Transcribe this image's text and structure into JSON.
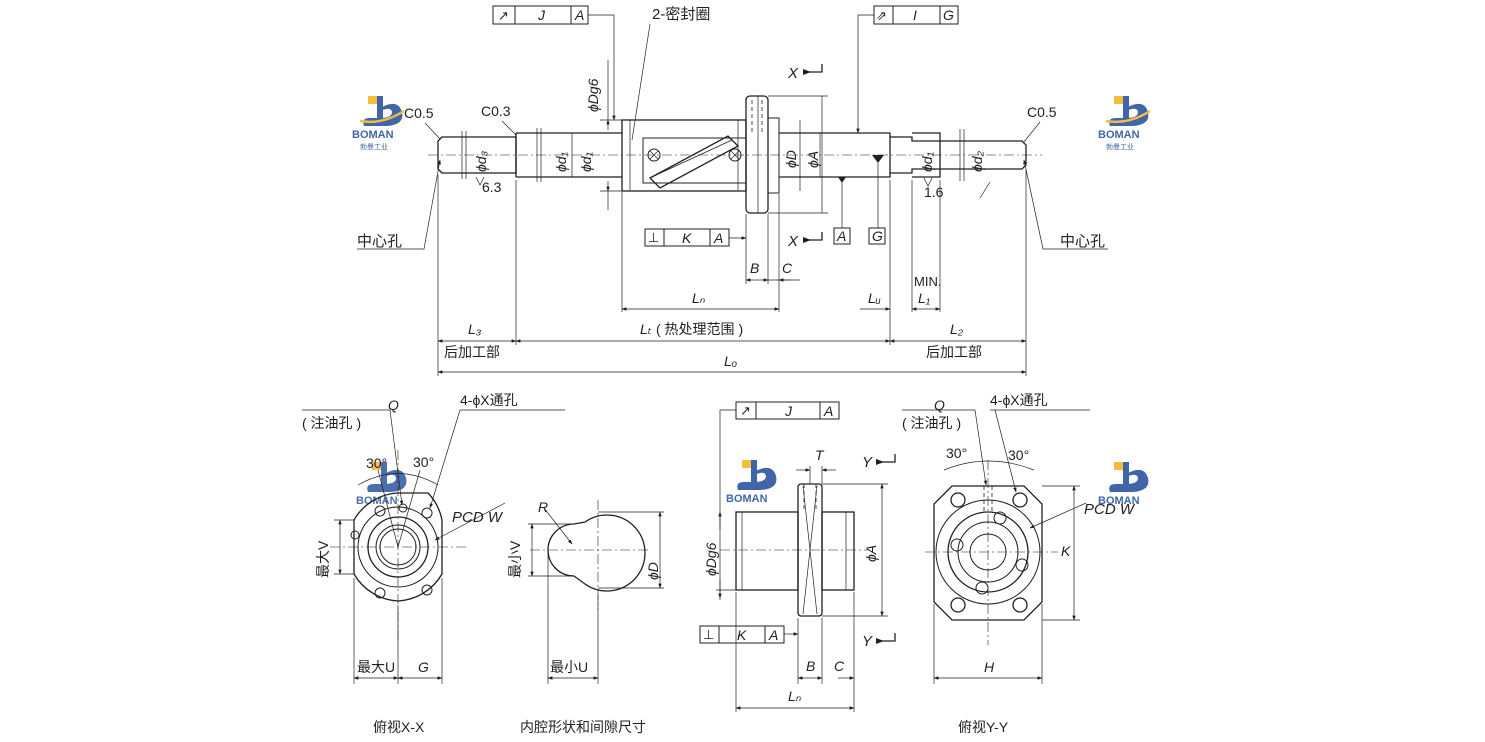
{
  "drawing": {
    "tolerance_frames": {
      "runout_J_A": {
        "symbol": "↗",
        "value": "J",
        "datum": "A"
      },
      "runout_I_G": {
        "symbol": "⇗",
        "value": "I",
        "datum": "G"
      },
      "perp_K_A": {
        "symbol": "⊥",
        "value": "K",
        "datum": "A"
      },
      "runout_J_A_2": {
        "symbol": "↗",
        "value": "J",
        "datum": "A"
      },
      "perp_K_A_2": {
        "symbol": "⊥",
        "value": "K",
        "datum": "A"
      }
    },
    "front_view": {
      "seal_label": "2-密封圈",
      "dg6": "ϕDg6",
      "c05_left": "C0.5",
      "c03": "C0.3",
      "c05_right": "C0.5",
      "d3": "ϕd₃",
      "d1a": "ϕd₁",
      "d1b": "ϕd₁",
      "d1c": "ϕd₁",
      "d2": "ϕd₂",
      "D": "ϕD",
      "A": "ϕA",
      "rough_63": "6.3",
      "rough_16": "1.6",
      "center_hole_left": "中心孔",
      "center_hole_right": "中心孔",
      "datum_A": "A",
      "datum_G": "G",
      "section_X_top": "X",
      "section_X_bottom": "X",
      "B": "B",
      "C": "C",
      "Ln": "Lₙ",
      "Lu": "Lᵤ",
      "MIN": "MIN.",
      "L1": "L₁",
      "L3": "L₃",
      "Lt": "Lₜ",
      "Lt_note": "( 热处理范围 )",
      "L2": "L₂",
      "post_left": "后加工部",
      "post_right": "后加工部",
      "Lo": "Lₒ"
    },
    "view_xx": {
      "Q": "Q",
      "oil_hole": "( 注油孔 )",
      "holes": "4-ϕX通孔",
      "angle1": "30°",
      "angle2": "30°",
      "pcd": "PCD  W",
      "max_v": "最大V",
      "max_u": "最大U",
      "G": "G",
      "caption": "俯视X-X"
    },
    "cavity": {
      "R": "R",
      "min_v": "最小V",
      "phi_d": "ϕD",
      "min_u": "最小U",
      "caption": "内腔形状和间隙尺寸"
    },
    "nut_side": {
      "T": "T",
      "Y_top": "Y",
      "Y_bottom": "Y",
      "dg6": "ϕDg6",
      "A": "ϕA",
      "B": "B",
      "C": "C",
      "Ln": "Lₙ"
    },
    "view_yy": {
      "Q": "Q",
      "oil_hole": "( 注油孔 )",
      "holes": "4-ϕX通孔",
      "angle1": "30°",
      "angle2": "30°",
      "pcd": "PCD  W",
      "K": "K",
      "H": "H",
      "caption": "俯视Y-Y"
    },
    "watermark": {
      "brand": "BOMAN",
      "brand_cn": "勃曼工业"
    }
  }
}
